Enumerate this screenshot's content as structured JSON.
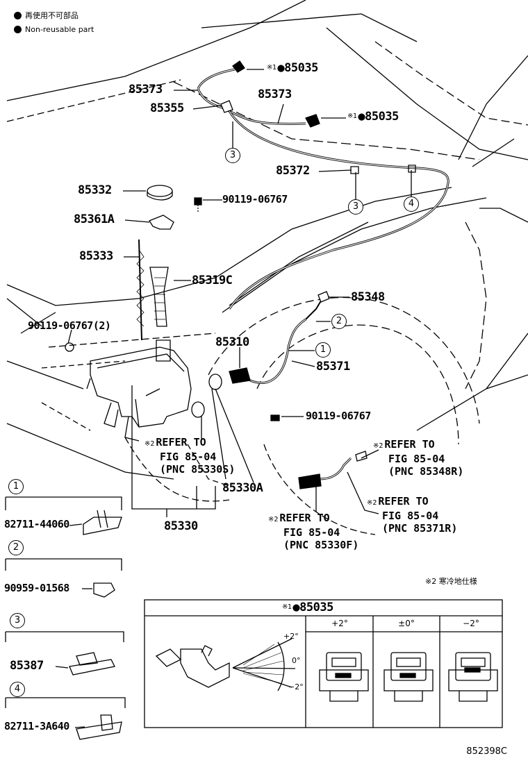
{
  "legend": {
    "items": [
      {
        "marker": "black-dot",
        "text": "再使用不可部品"
      },
      {
        "marker": "black-dot",
        "text": "Non-reusable part"
      }
    ]
  },
  "callouts": {
    "p85035_top": {
      "mark": "※1",
      "part": "●85035"
    },
    "p85035_mid": {
      "mark": "※1",
      "part": "●85035"
    },
    "p85373_left": "85373",
    "p85373_right": "85373",
    "p85355": "85355",
    "p85372": "85372",
    "p85332": "85332",
    "p90119_top": "90119-06767",
    "p85361A": "85361A",
    "p85333": "85333",
    "p85319C": "85319C",
    "p85348": "85348",
    "p90119_2": "90119-06767(2)",
    "p85310": "85310",
    "p85371": "85371",
    "p90119_mid": "90119-06767",
    "p85330A": "85330A",
    "p85330": "85330"
  },
  "references": {
    "ref_85330S": {
      "mark": "※2",
      "lines": [
        "REFER TO",
        "FIG 85-04",
        "(PNC 85330S)"
      ]
    },
    "ref_85348R": {
      "mark": "※2",
      "lines": [
        "REFER TO",
        "FIG 85-04",
        "(PNC 85348R)"
      ]
    },
    "ref_85371R": {
      "mark": "※2",
      "lines": [
        "REFER TO",
        "FIG 85-04",
        "(PNC 85371R)"
      ]
    },
    "ref_85330F": {
      "mark": "※2",
      "lines": [
        "REFER TO",
        "FIG 85-04",
        "(PNC 85330F)"
      ]
    }
  },
  "circle_markers": {
    "m1": "1",
    "m2": "2",
    "m3a": "3",
    "m3b": "3",
    "m4": "4"
  },
  "detail_boxes": [
    {
      "marker": "1",
      "part": "82711-44060"
    },
    {
      "marker": "2",
      "part": "90959-01568"
    },
    {
      "marker": "3",
      "part": "85387"
    },
    {
      "marker": "4",
      "part": "82711-3A640"
    }
  ],
  "note_cold": "※2 寒冷地仕様",
  "adjust_table": {
    "title_mark": "※1",
    "title_part": "●85035",
    "angle_labels": [
      "+2°",
      "0°",
      "−2°"
    ],
    "columns": [
      "+2°",
      "±0°",
      "−2°"
    ]
  },
  "diagram_code": "852398C"
}
